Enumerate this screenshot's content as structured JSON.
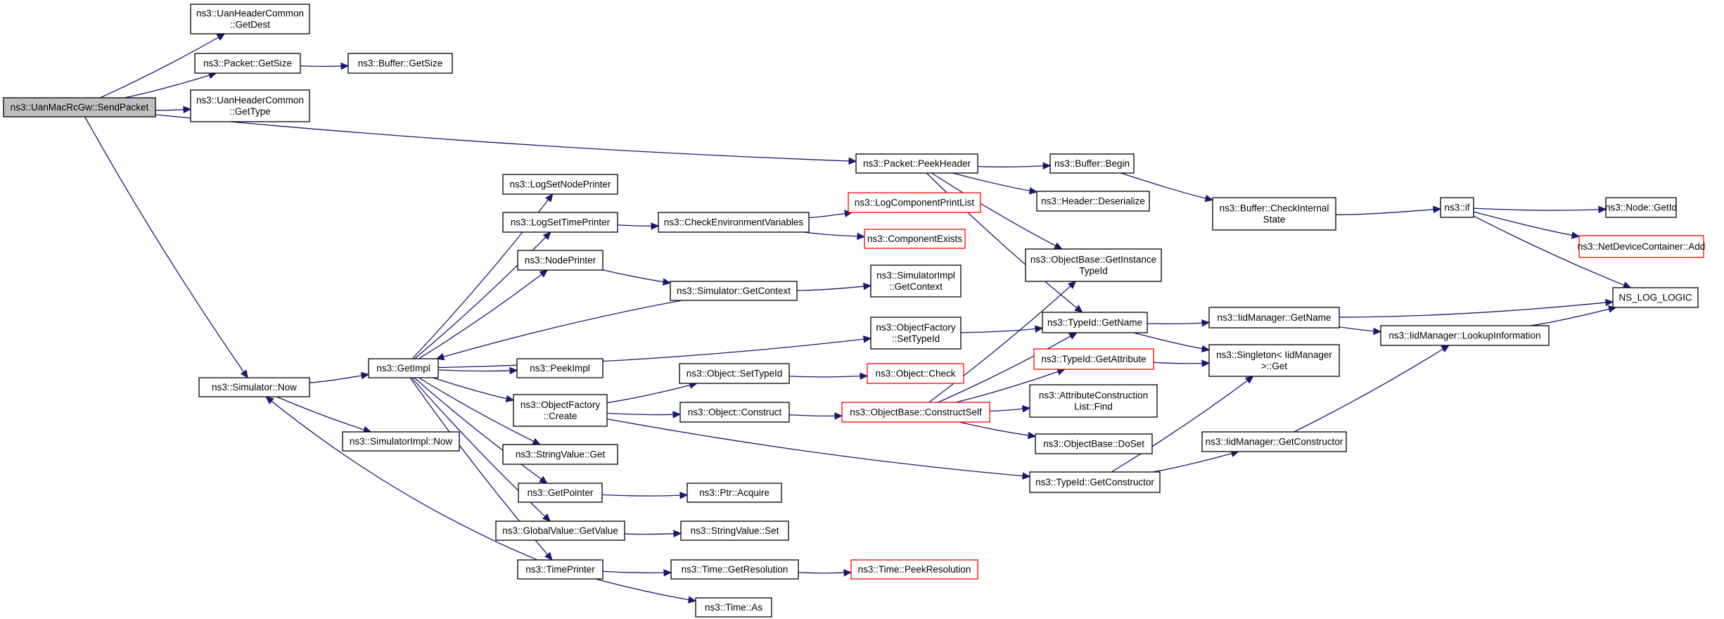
{
  "graph": {
    "nodes": [
      {
        "id": "send",
        "lines": [
          "ns3::UanMacRcGw::SendPacket"
        ],
        "root": true
      },
      {
        "id": "getdest",
        "lines": [
          "ns3::UanHeaderCommon",
          "::GetDest"
        ]
      },
      {
        "id": "pktsize",
        "lines": [
          "ns3::Packet::GetSize"
        ]
      },
      {
        "id": "bufsize",
        "lines": [
          "ns3::Buffer::GetSize"
        ]
      },
      {
        "id": "gettype",
        "lines": [
          "ns3::UanHeaderCommon",
          "::GetType"
        ]
      },
      {
        "id": "peekheader",
        "lines": [
          "ns3::Packet::PeekHeader"
        ]
      },
      {
        "id": "bufbegin",
        "lines": [
          "ns3::Buffer::Begin"
        ]
      },
      {
        "id": "deser",
        "lines": [
          "ns3::Header::Deserialize"
        ]
      },
      {
        "id": "checkint",
        "lines": [
          "ns3::Buffer::CheckInternal",
          "State"
        ]
      },
      {
        "id": "if",
        "lines": [
          "ns3::if"
        ]
      },
      {
        "id": "nodegetid",
        "lines": [
          "ns3::Node::GetId"
        ]
      },
      {
        "id": "ndcadd",
        "lines": [
          "ns3::NetDeviceContainer::Add"
        ],
        "truncated": true
      },
      {
        "id": "nslog",
        "lines": [
          "NS_LOG_LOGIC"
        ]
      },
      {
        "id": "getinst",
        "lines": [
          "ns3::ObjectBase::GetInstance",
          "TypeId"
        ]
      },
      {
        "id": "tidname",
        "lines": [
          "ns3::TypeId::GetName"
        ]
      },
      {
        "id": "iidname",
        "lines": [
          "ns3::IidManager::GetName"
        ]
      },
      {
        "id": "lookup",
        "lines": [
          "ns3::IidManager::LookupInformation"
        ]
      },
      {
        "id": "singleton",
        "lines": [
          "ns3::Singleton< IidManager",
          ">::Get"
        ]
      },
      {
        "id": "getattr",
        "lines": [
          "ns3::TypeId::GetAttribute"
        ],
        "truncated": true
      },
      {
        "id": "attrfind",
        "lines": [
          "ns3::AttributeConstruction",
          "List::Find"
        ]
      },
      {
        "id": "doset",
        "lines": [
          "ns3::ObjectBase::DoSet"
        ]
      },
      {
        "id": "iidctor",
        "lines": [
          "ns3::IidManager::GetConstructor"
        ]
      },
      {
        "id": "tidctor",
        "lines": [
          "ns3::TypeId::GetConstructor"
        ]
      },
      {
        "id": "constructself",
        "lines": [
          "ns3::ObjectBase::ConstructSelf"
        ],
        "truncated": true
      },
      {
        "id": "objcheck",
        "lines": [
          "ns3::Object::Check"
        ],
        "truncated": true
      },
      {
        "id": "settypeid",
        "lines": [
          "ns3::Object::SetTypeId"
        ]
      },
      {
        "id": "construct",
        "lines": [
          "ns3::Object::Construct"
        ]
      },
      {
        "id": "simnow",
        "lines": [
          "ns3::Simulator::Now"
        ]
      },
      {
        "id": "simimplnow",
        "lines": [
          "ns3::SimulatorImpl::Now"
        ]
      },
      {
        "id": "getimpl",
        "lines": [
          "ns3::GetImpl"
        ]
      },
      {
        "id": "lognode",
        "lines": [
          "ns3::LogSetNodePrinter"
        ]
      },
      {
        "id": "logtime",
        "lines": [
          "ns3::LogSetTimePrinter"
        ]
      },
      {
        "id": "checkenv",
        "lines": [
          "ns3::CheckEnvironmentVariables"
        ]
      },
      {
        "id": "logcomp",
        "lines": [
          "ns3::LogComponentPrintList"
        ],
        "truncated": true
      },
      {
        "id": "compexists",
        "lines": [
          "ns3::ComponentExists"
        ],
        "truncated": true
      },
      {
        "id": "nodeprinter",
        "lines": [
          "ns3::NodePrinter"
        ]
      },
      {
        "id": "simctx",
        "lines": [
          "ns3::Simulator::GetContext"
        ]
      },
      {
        "id": "simimplctx",
        "lines": [
          "ns3::SimulatorImpl",
          "::GetContext"
        ]
      },
      {
        "id": "ofsettid",
        "lines": [
          "ns3::ObjectFactory",
          "::SetTypeId"
        ]
      },
      {
        "id": "peekimpl",
        "lines": [
          "ns3::PeekImpl"
        ]
      },
      {
        "id": "ofcreate",
        "lines": [
          "ns3::ObjectFactory",
          "::Create"
        ]
      },
      {
        "id": "strget",
        "lines": [
          "ns3::StringValue::Get"
        ]
      },
      {
        "id": "getpointer",
        "lines": [
          "ns3::GetPointer"
        ]
      },
      {
        "id": "ptracquire",
        "lines": [
          "ns3::Ptr::Acquire"
        ]
      },
      {
        "id": "gvget",
        "lines": [
          "ns3::GlobalValue::GetValue"
        ]
      },
      {
        "id": "strset",
        "lines": [
          "ns3::StringValue::Set"
        ]
      },
      {
        "id": "timeprinter",
        "lines": [
          "ns3::TimePrinter"
        ]
      },
      {
        "id": "timeres",
        "lines": [
          "ns3::Time::GetResolution"
        ]
      },
      {
        "id": "peekres",
        "lines": [
          "ns3::Time::PeekResolution"
        ],
        "truncated": true
      },
      {
        "id": "timeas",
        "lines": [
          "ns3::Time::As"
        ]
      }
    ],
    "edges": [
      [
        "send",
        "getdest"
      ],
      [
        "send",
        "pktsize"
      ],
      [
        "send",
        "gettype"
      ],
      [
        "send",
        "peekheader"
      ],
      [
        "send",
        "simnow"
      ],
      [
        "pktsize",
        "bufsize"
      ],
      [
        "peekheader",
        "bufbegin"
      ],
      [
        "peekheader",
        "deser"
      ],
      [
        "peekheader",
        "getinst"
      ],
      [
        "peekheader",
        "tidname"
      ],
      [
        "bufbegin",
        "checkint"
      ],
      [
        "checkint",
        "if"
      ],
      [
        "if",
        "nodegetid"
      ],
      [
        "if",
        "ndcadd"
      ],
      [
        "if",
        "nslog"
      ],
      [
        "tidname",
        "iidname"
      ],
      [
        "tidname",
        "singleton"
      ],
      [
        "iidname",
        "nslog"
      ],
      [
        "iidname",
        "lookup"
      ],
      [
        "lookup",
        "nslog"
      ],
      [
        "getattr",
        "singleton"
      ],
      [
        "iidctor",
        "lookup"
      ],
      [
        "tidctor",
        "iidctor"
      ],
      [
        "tidctor",
        "singleton"
      ],
      [
        "constructself",
        "getinst"
      ],
      [
        "constructself",
        "tidname"
      ],
      [
        "constructself",
        "getattr"
      ],
      [
        "constructself",
        "attrfind"
      ],
      [
        "constructself",
        "doset"
      ],
      [
        "settypeid",
        "objcheck"
      ],
      [
        "construct",
        "constructself"
      ],
      [
        "simnow",
        "getimpl"
      ],
      [
        "simnow",
        "simimplnow"
      ],
      [
        "getimpl",
        "lognode"
      ],
      [
        "getimpl",
        "logtime"
      ],
      [
        "getimpl",
        "nodeprinter"
      ],
      [
        "getimpl",
        "ofsettid"
      ],
      [
        "getimpl",
        "peekimpl"
      ],
      [
        "getimpl",
        "ofcreate"
      ],
      [
        "getimpl",
        "strget"
      ],
      [
        "getimpl",
        "getpointer"
      ],
      [
        "getimpl",
        "gvget"
      ],
      [
        "getimpl",
        "timeprinter"
      ],
      [
        "logtime",
        "checkenv"
      ],
      [
        "checkenv",
        "logcomp"
      ],
      [
        "checkenv",
        "compexists"
      ],
      [
        "nodeprinter",
        "simctx"
      ],
      [
        "simctx",
        "simimplctx"
      ],
      [
        "simctx",
        "getimpl"
      ],
      [
        "ofsettid",
        "tidname"
      ],
      [
        "ofcreate",
        "settypeid"
      ],
      [
        "ofcreate",
        "construct"
      ],
      [
        "ofcreate",
        "tidctor"
      ],
      [
        "getpointer",
        "ptracquire"
      ],
      [
        "gvget",
        "strset"
      ],
      [
        "timeprinter",
        "timeres"
      ],
      [
        "timeprinter",
        "timeas"
      ],
      [
        "timeprinter",
        "simnow"
      ],
      [
        "timeres",
        "peekres"
      ]
    ]
  }
}
